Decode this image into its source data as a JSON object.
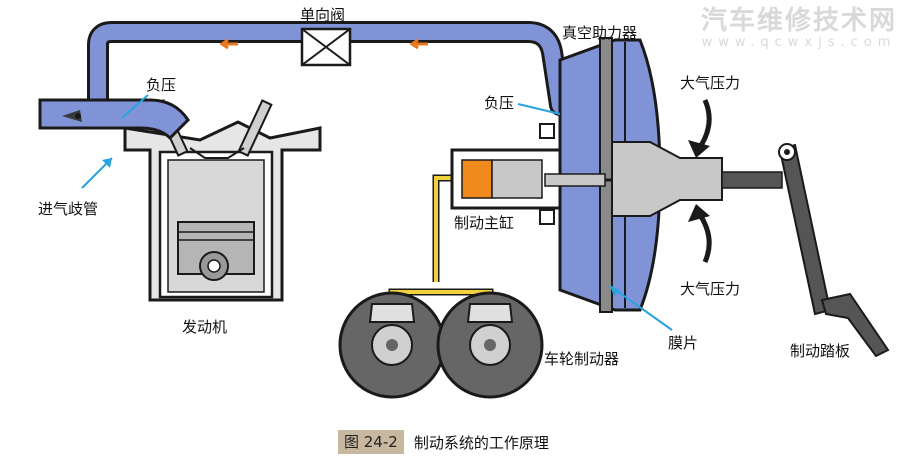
{
  "labels": {
    "check_valve": "单向阀",
    "vacuum_booster": "真空助力器",
    "negative_pressure_manifold": "负压",
    "negative_pressure_booster": "负压",
    "atmospheric_pressure_upper": "大气压力",
    "atmospheric_pressure_lower": "大气压力",
    "intake_manifold": "进气歧管",
    "master_cylinder": "制动主缸",
    "engine": "发动机",
    "diaphragm": "膜片",
    "wheel_brakes": "车轮制动器",
    "brake_pedal": "制动踏板"
  },
  "watermark": {
    "main": "汽车维修技术网",
    "sub": "www.qcwxjs.com"
  },
  "caption": {
    "figure_number": "图 24-2",
    "title": "制动系统的工作原理"
  },
  "colors": {
    "vacuum_blue": "#8093d6",
    "outline": "#1a1a1a",
    "metal_gray": "#c8c8c8",
    "dark_gray": "#555555",
    "brake_line": "#f2d23c",
    "fluid_orange": "#f08a1c",
    "arrow_blue": "#29a3e0",
    "flow_arrow": "#e8771e",
    "caption_bg": "#c9b8a0"
  }
}
